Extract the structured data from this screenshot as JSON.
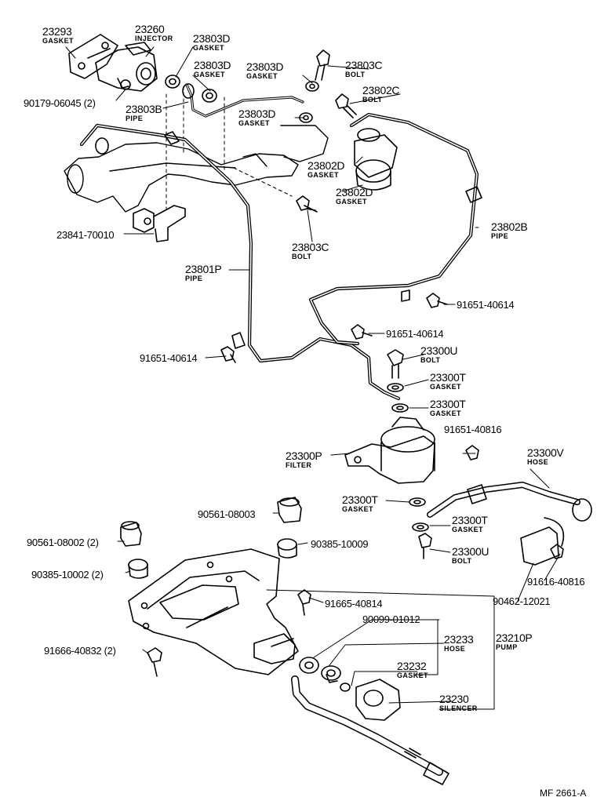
{
  "labels": {
    "p23293": {
      "num": "23293",
      "desc": "GASKET"
    },
    "p23260": {
      "num": "23260",
      "desc": "INJECTOR"
    },
    "p23803D_1": {
      "num": "23803D",
      "desc": "GASKET"
    },
    "p23803D_2": {
      "num": "23803D",
      "desc": "GASKET"
    },
    "p23803D_3": {
      "num": "23803D",
      "desc": "GASKET"
    },
    "p23803D_4": {
      "num": "23803D",
      "desc": "GASKET"
    },
    "p23803C_1": {
      "num": "23803C",
      "desc": "BOLT"
    },
    "p23802C": {
      "num": "23802C",
      "desc": "BOLT"
    },
    "p90179": {
      "num": "90179-06045 (2)"
    },
    "p23803B": {
      "num": "23803B",
      "desc": "PIPE"
    },
    "p23802D_1": {
      "num": "23802D",
      "desc": "GASKET"
    },
    "p23802D_2": {
      "num": "23802D",
      "desc": "GASKET"
    },
    "p23841": {
      "num": "23841-70010"
    },
    "p23803C_2": {
      "num": "23803C",
      "desc": "BOLT"
    },
    "p23802B": {
      "num": "23802B",
      "desc": "PIPE"
    },
    "p23801P": {
      "num": "23801P",
      "desc": "PIPE"
    },
    "p91651_1": {
      "num": "91651-40614"
    },
    "p91651_2": {
      "num": "91651-40614"
    },
    "p91651_3": {
      "num": "91651-40614"
    },
    "p23300U_1": {
      "num": "23300U",
      "desc": "BOLT"
    },
    "p23300T_1": {
      "num": "23300T",
      "desc": "GASKET"
    },
    "p23300T_2": {
      "num": "23300T",
      "desc": "GASKET"
    },
    "p91651_40816": {
      "num": "91651-40816"
    },
    "p23300P": {
      "num": "23300P",
      "desc": "FILTER"
    },
    "p23300V": {
      "num": "23300V",
      "desc": "HOSE"
    },
    "p23300T_3": {
      "num": "23300T",
      "desc": "GASKET"
    },
    "p23300T_4": {
      "num": "23300T",
      "desc": "GASKET"
    },
    "p23300U_2": {
      "num": "23300U",
      "desc": "BOLT"
    },
    "p90561_08003": {
      "num": "90561-08003"
    },
    "p90561_08002": {
      "num": "90561-08002 (2)"
    },
    "p90385_10009": {
      "num": "90385-10009"
    },
    "p90385_10002": {
      "num": "90385-10002 (2)"
    },
    "p91616": {
      "num": "91616-40816"
    },
    "p90462": {
      "num": "90462-12021"
    },
    "p91665": {
      "num": "91665-40814"
    },
    "p90099": {
      "num": "90099-01012"
    },
    "p23233": {
      "num": "23233",
      "desc": "HOSE"
    },
    "p23210P": {
      "num": "23210P",
      "desc": "PUMP"
    },
    "p91666": {
      "num": "91666-40832 (2)"
    },
    "p23232": {
      "num": "23232",
      "desc": "GASKET"
    },
    "p23230": {
      "num": "23230",
      "desc": "SILENCER"
    }
  },
  "watermark": "MF 2661-A"
}
